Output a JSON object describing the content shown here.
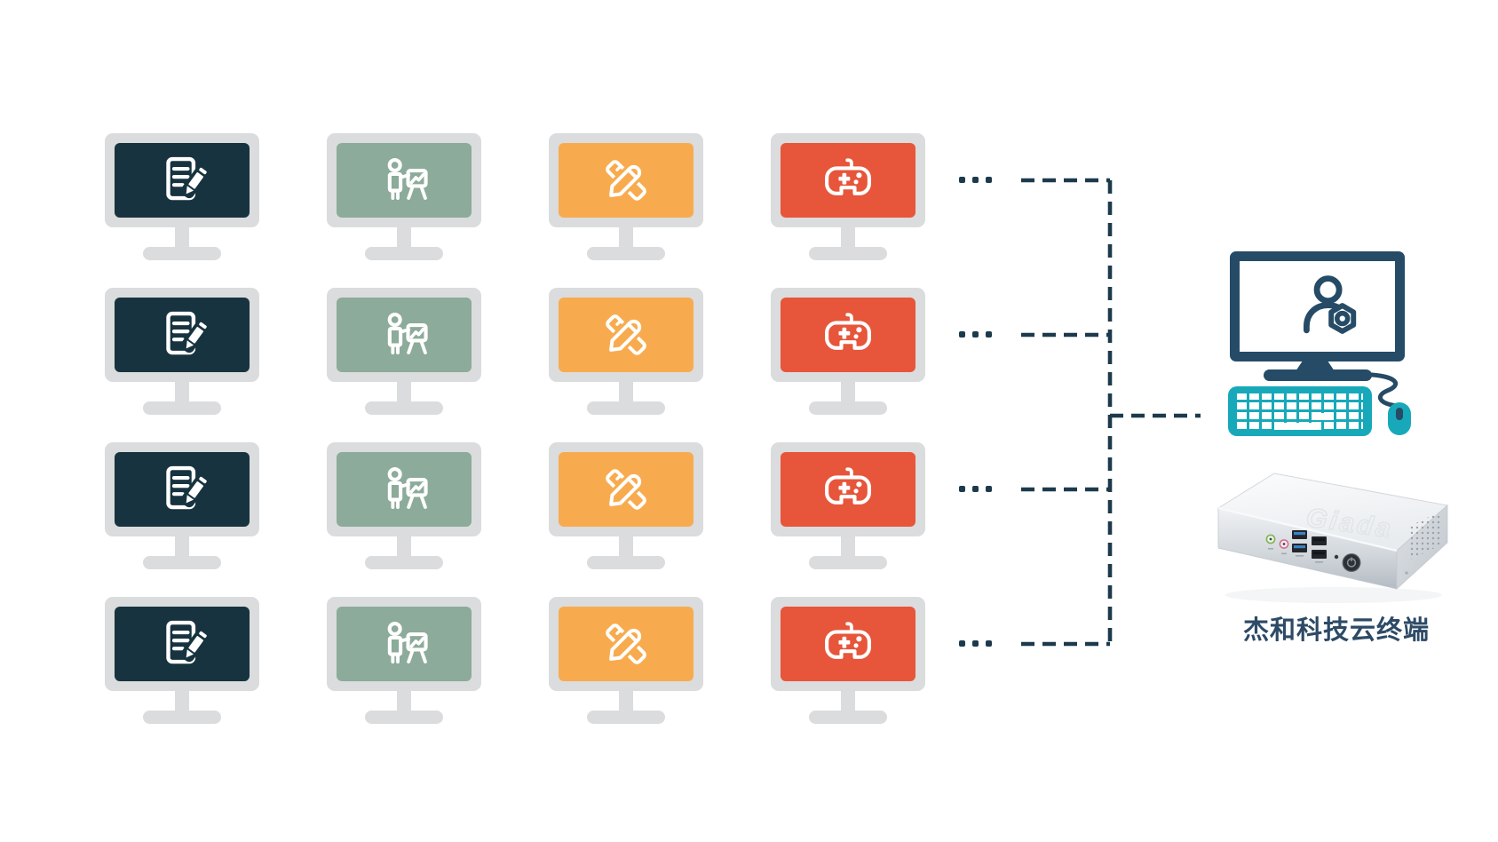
{
  "colors": {
    "background": "#ffffff",
    "monitor-gray": "#dbdcdd",
    "screen-navy": "#17333f",
    "screen-green": "#8cab9a",
    "screen-orange": "#f8ab4e",
    "screen-red": "#e7553a",
    "host-navy": "#264b66",
    "teal": "#17a9b9",
    "line-navy": "#1d3a4c",
    "label-navy": "#2d4a66"
  },
  "grid": {
    "rows": 4,
    "row_ellipsis": "...",
    "columns": [
      {
        "name": "document-editing",
        "icon": "document-edit-icon",
        "screen_color": "#17333f"
      },
      {
        "name": "presentation",
        "icon": "presentation-board-icon",
        "screen_color": "#8cab9a"
      },
      {
        "name": "design-tools",
        "icon": "ruler-pencil-icon",
        "screen_color": "#f8ab4e"
      },
      {
        "name": "gaming",
        "icon": "gamepad-icon",
        "screen_color": "#e7553a"
      }
    ]
  },
  "host": {
    "label": "杰和科技云终端",
    "device_logo": "Giada",
    "monitor_icon": "user-gear-icon"
  }
}
